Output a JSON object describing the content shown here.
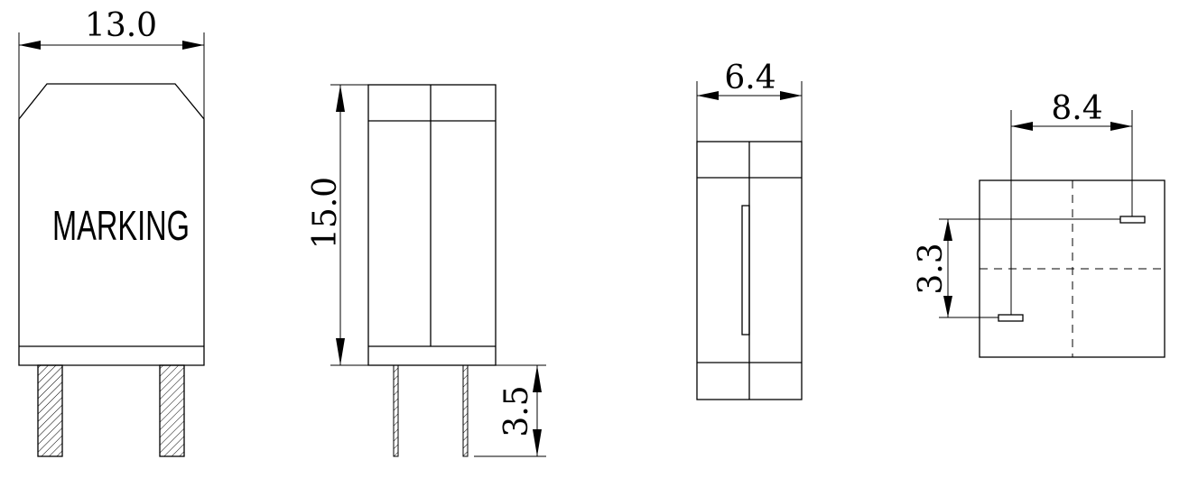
{
  "views": {
    "front": {
      "width_label": "13.0",
      "marking_label": "MARKING"
    },
    "side": {
      "height_label": "15.0",
      "lead_label": "3.5"
    },
    "end": {
      "width_label": "6.4"
    },
    "footprint": {
      "pitch_x_label": "8.4",
      "pitch_y_label": "3.3"
    }
  }
}
